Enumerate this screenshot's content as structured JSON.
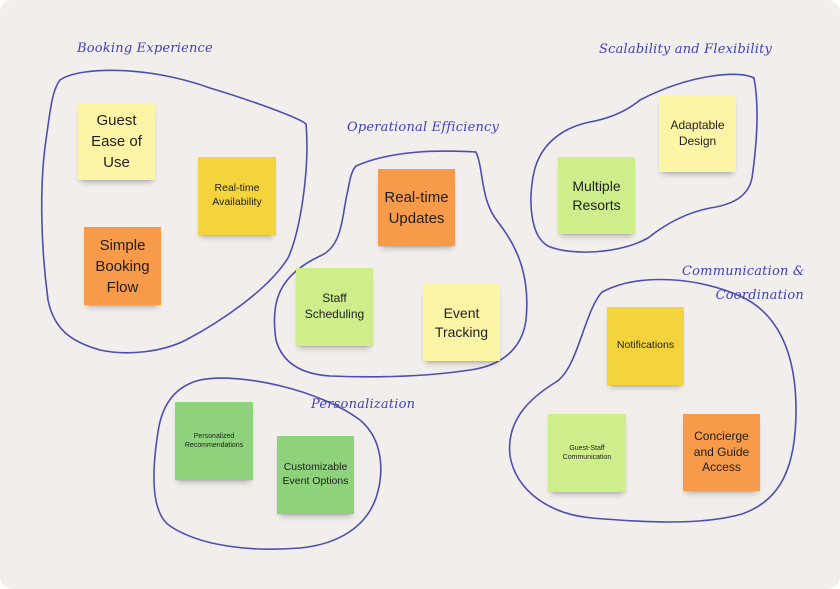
{
  "clusters": {
    "booking": {
      "label": "Booking Experience"
    },
    "operational": {
      "label": "Operational Efficiency"
    },
    "scalability": {
      "label": "Scalability and Flexibility"
    },
    "communication": {
      "label_line1": "Communication &",
      "label_line2": "Coordination"
    },
    "personalization": {
      "label": "Personalization"
    }
  },
  "notes": {
    "guest_ease": "Guest Ease of Use",
    "realtime_availability": "Real-time Availability",
    "simple_booking": "Simple Booking Flow",
    "realtime_updates": "Real-time Updates",
    "staff_scheduling": "Staff Scheduling",
    "event_tracking": "Event Tracking",
    "adaptable_design": "Adaptable Design",
    "multiple_resorts": "Multiple Resorts",
    "notifications": "Notifications",
    "guest_staff_communication": "Guest-Staff Communication",
    "concierge": "Concierge and Guide Access",
    "personalized_recommendations": "Personalized Recommendations",
    "customizable_options": "Customizable Event Options"
  },
  "colors": {
    "board": "#f2eeec",
    "outline": "#4a4fb0",
    "label": "#3e43b8",
    "yellow_light": "#fdf5a6",
    "yellow": "#f4d43d",
    "orange": "#f79a4a",
    "green_light": "#cdee8a",
    "green": "#8ed37c"
  }
}
